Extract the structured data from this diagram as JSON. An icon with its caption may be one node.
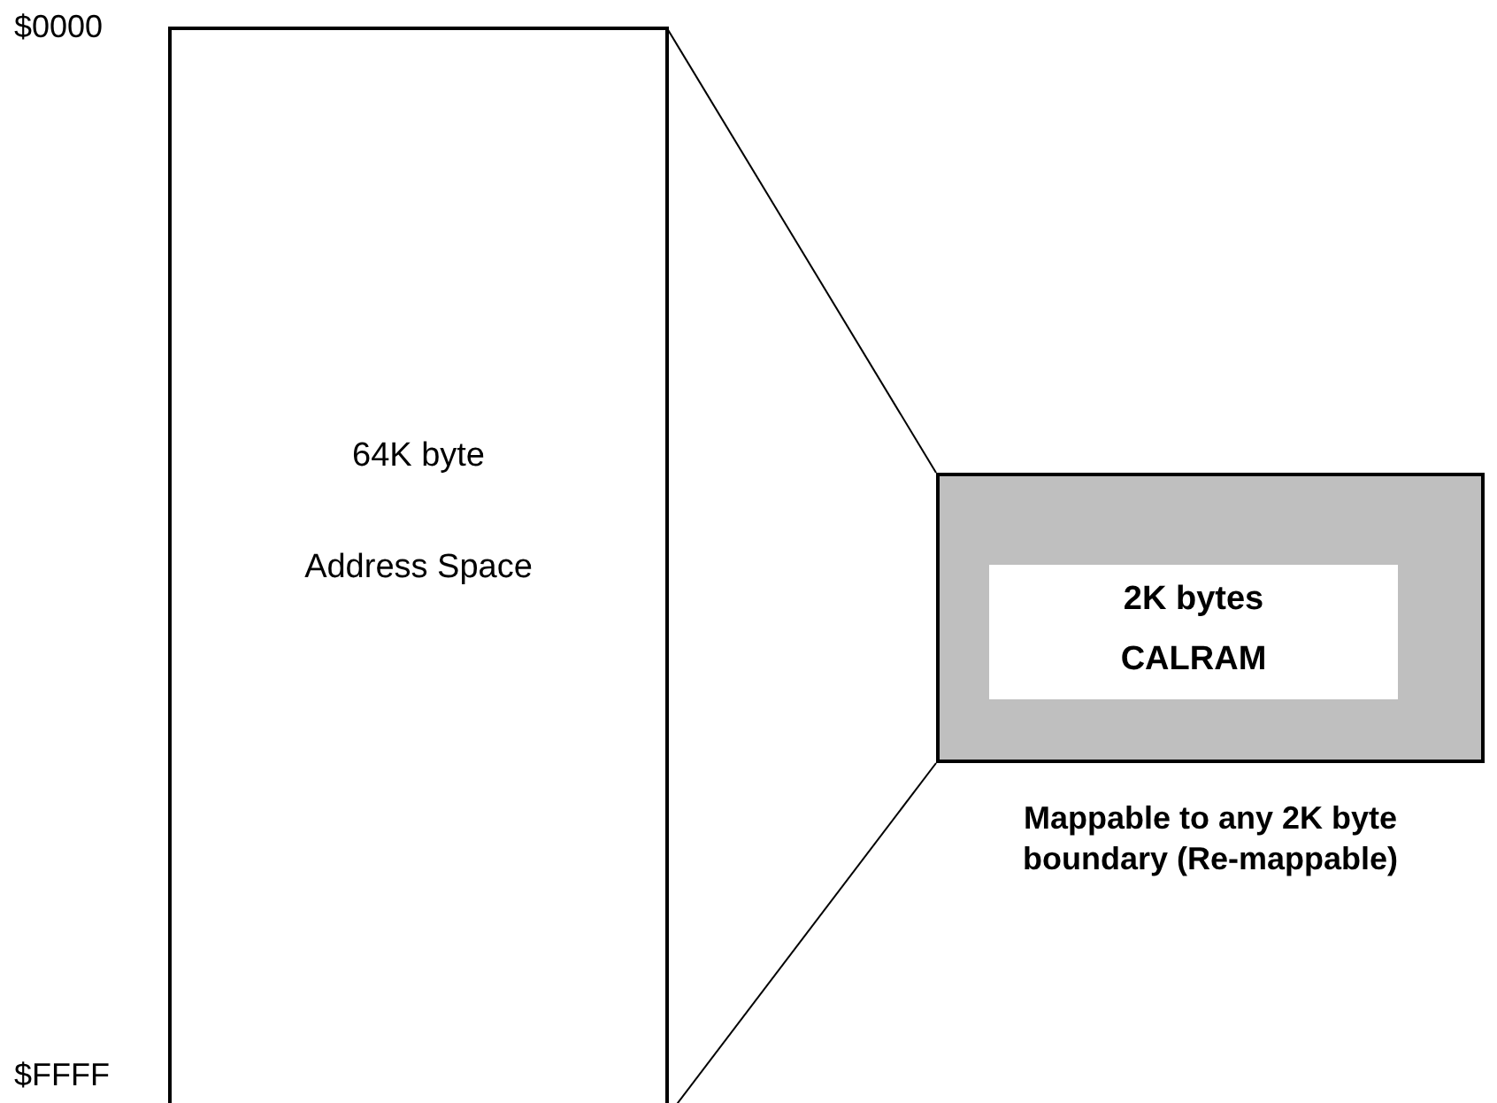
{
  "diagram": {
    "nodes": [
      {
        "text": [
          "64K byte",
          "Address Space"
        ]
      },
      {
        "text": [],
        "shape": "box",
        "beside": [
          "Mappable to any 2K byte boundary (Re-mappable)"
        ]
      },
      {
        "text": [
          "2K bytes",
          "CALRAM"
        ],
        "in": 1
      }
    ],
    "edges": [
      {
        "from": 0,
        "to": 1,
        "arrow": "none"
      },
      {
        "from": 1,
        "to": 0,
        "arrow": "none"
      }
    ],
    "labels": [
      "$0000",
      "$FFFF"
    ]
  }
}
